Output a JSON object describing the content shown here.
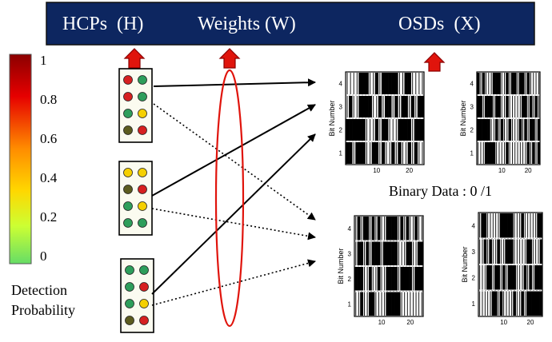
{
  "banner": {
    "hcps_label": "HCPs  (H)",
    "weights_label": "Weights (W)",
    "osds_label": "OSDs  (X)",
    "background_color": "#0d2660",
    "text_color": "#ffffff"
  },
  "colorbar": {
    "ticks": [
      "1",
      "0.8",
      "0.6",
      "0.4",
      "0.2",
      "0"
    ],
    "caption_line1": "Detection",
    "caption_line2": "Probability",
    "colors_top_to_bottom": [
      "#8b0000",
      "#e60000",
      "#ff8c00",
      "#ffd700",
      "#ccff33",
      "#66dd66"
    ]
  },
  "hcp_groups": [
    {
      "id": "hcp-1",
      "dots": [
        "#d62020",
        "#2e9e5b",
        "#d62020",
        "#2e9e5b",
        "#2e9e5b",
        "#f5d000",
        "#5c5c1e",
        "#d62020"
      ]
    },
    {
      "id": "hcp-2",
      "dots": [
        "#f5d000",
        "#f5d000",
        "#5c5c1e",
        "#d62020",
        "#2e9e5b",
        "#f5d000",
        "#2e9e5b",
        "#2e9e5b"
      ]
    },
    {
      "id": "hcp-3",
      "dots": [
        "#2e9e5b",
        "#2e9e5b",
        "#2e9e5b",
        "#d62020",
        "#2e9e5b",
        "#f5d000",
        "#5c5c1e",
        "#d62020"
      ]
    }
  ],
  "arrow_colors": {
    "up_arrow": "#e0140c",
    "weights_ellipse": "#e0140c"
  },
  "binary_data_label": "Binary Data : 0 /1",
  "osd_panels": [
    {
      "id": "osd-top-left",
      "ylabel": "Bit Number",
      "yticks": [
        "4",
        "3",
        "2",
        "1"
      ],
      "xticks": [
        "10",
        "20"
      ],
      "seed": 11
    },
    {
      "id": "osd-top-right",
      "ylabel": "Bit Number",
      "yticks": [
        "4",
        "3",
        "2",
        "1"
      ],
      "xticks": [
        "10",
        "20"
      ],
      "seed": 23
    },
    {
      "id": "osd-bottom-left",
      "ylabel": "Bit Number",
      "yticks": [
        "4",
        "3",
        "2",
        "1"
      ],
      "xticks": [
        "10",
        "20"
      ],
      "seed": 37
    },
    {
      "id": "osd-bottom-right",
      "ylabel": "Bit Number",
      "yticks": [
        "4",
        "3",
        "2",
        "1"
      ],
      "xticks": [
        "10",
        "20"
      ],
      "seed": 53
    }
  ]
}
